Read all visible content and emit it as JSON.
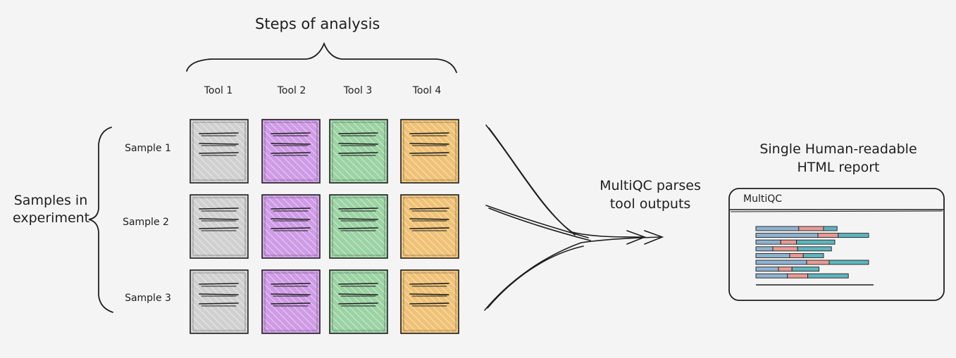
{
  "steps_title": "Steps of analysis",
  "tools": [
    "Tool 1",
    "Tool 2",
    "Tool 3",
    "Tool 4"
  ],
  "samples": [
    "Sample 1",
    "Sample 2",
    "Sample 3"
  ],
  "samples_label": "Samples in experiment",
  "multiqc_label": "MultiQC parses tool outputs",
  "report_title": "Single Human-readable HTML report",
  "report_header": "MultiQC",
  "colors": {
    "background": "#f4f4f4",
    "stroke": "#1e1e1e",
    "tool_fills": [
      "#d0d0d0",
      "#cf9be6",
      "#9bd3a3",
      "#f0c275"
    ],
    "bar_blue": "#8fb3cf",
    "bar_red": "#e89b96",
    "bar_teal": "#5fb6bd"
  },
  "report_bars": [
    [
      0.38,
      0.22,
      0.12
    ],
    [
      0.55,
      0.18,
      0.27
    ],
    [
      0.22,
      0.14,
      0.34
    ],
    [
      0.15,
      0.22,
      0.3
    ],
    [
      0.3,
      0.12,
      0.18
    ],
    [
      0.45,
      0.2,
      0.35
    ],
    [
      0.2,
      0.12,
      0.24
    ],
    [
      0.28,
      0.18,
      0.36
    ]
  ]
}
